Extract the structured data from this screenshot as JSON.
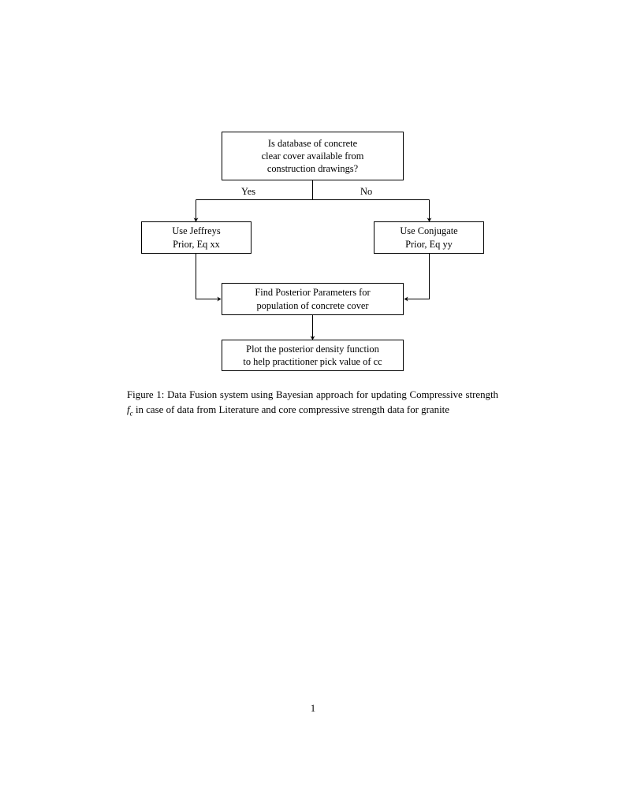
{
  "document": {
    "page_number": "1"
  },
  "figure": {
    "nodes": [
      {
        "id": "decision",
        "name": "decision-node",
        "lines": [
          "Is database of concrete",
          "clear cover available from",
          "construction drawings?"
        ]
      },
      {
        "id": "jeffreys",
        "name": "jeffreys-prior-node",
        "lines": [
          "Use Jeffreys",
          "Prior, Eq xx"
        ]
      },
      {
        "id": "conjugate",
        "name": "conjugate-prior-node",
        "lines": [
          "Use Conjugate",
          "Prior, Eq yy"
        ]
      },
      {
        "id": "posterior",
        "name": "posterior-parameters-node",
        "lines": [
          "Find Posterior Parameters for",
          "population of concrete cover"
        ]
      },
      {
        "id": "plot",
        "name": "plot-density-node",
        "lines": [
          "Plot the posterior density function",
          "to help practitioner pick value of cc"
        ]
      }
    ],
    "edge_labels": {
      "yes": "Yes",
      "no": "No"
    },
    "caption": {
      "label": "Figure 1:",
      "part1": "Data Fusion system using Bayesian approach for updating Compressive strength",
      "math_base": "f",
      "math_sub": "c",
      "part2": "in case of data from Literature and core compressive strength data for granite"
    }
  },
  "colors": {
    "stroke": "#000000",
    "text": "#000000",
    "background": "#ffffff"
  }
}
